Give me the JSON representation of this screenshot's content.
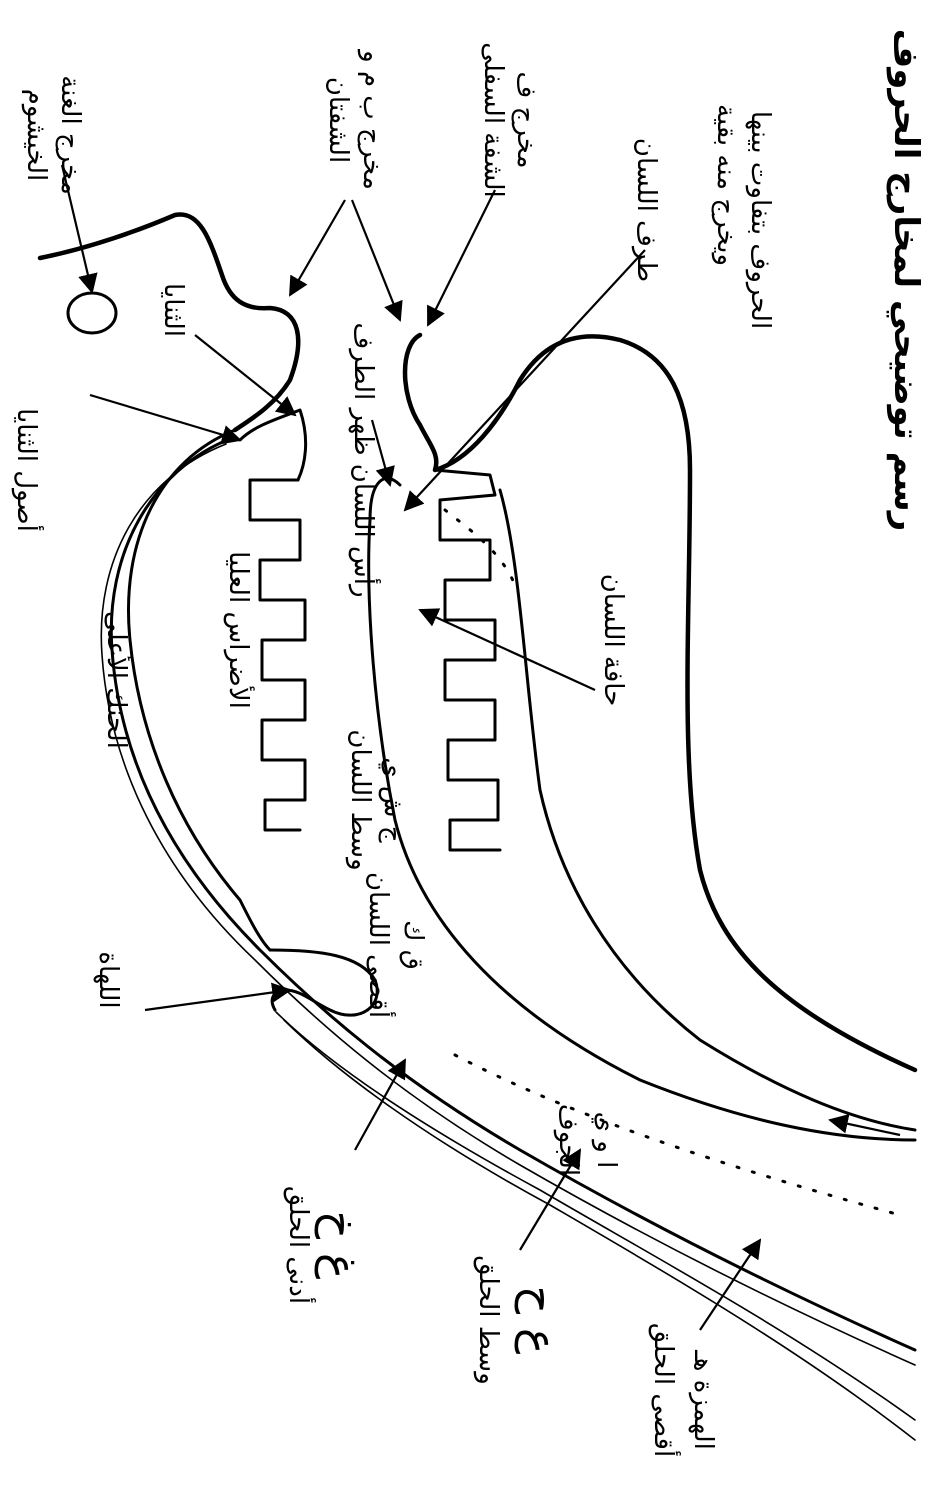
{
  "title": "رسم توضيحي لمخارج الحروف",
  "labels": {
    "khayshum": "الخيشوم",
    "makhraj_ghunna": "مخرج الغنة",
    "shafatan": "الشفتان",
    "makhraj_bmw": "مخرج ب م و",
    "shafa_sufla": "الشفة السفلى",
    "makhraj_f": "مخرج ف",
    "taraf_lisan": "طرف اللسان",
    "note_1": "ويخرج منه بقية",
    "note_2": "الحروف بتفاوت بينها",
    "usul_thanaya": "أصول الثنايا",
    "thanaya": "الثنايا",
    "hanak_aala": "الحنك الأعلى",
    "adras_ulya": "الأضراس العليا",
    "ras_lisan": "رأس اللسان ظهر الطرف",
    "wasat_lisan": "وسط اللسان",
    "jsh_y": "ج ش ي",
    "hafat_lisan": "حافة اللسان",
    "aqsa_lisan": "أقصى اللسان",
    "q_k": "ق ك",
    "lahat": "اللهاة",
    "adna_halq": "أدنى الحلق",
    "adna_letters": "غ خ",
    "wasat_halq": "وسط الحلق",
    "wasat_letters": "ع ح",
    "aqsa_halq": "أقصى الحلق",
    "aqsa_letters": "الهمزة هـ",
    "madd_1": "الجوف",
    "madd_2": "ا و ي"
  }
}
